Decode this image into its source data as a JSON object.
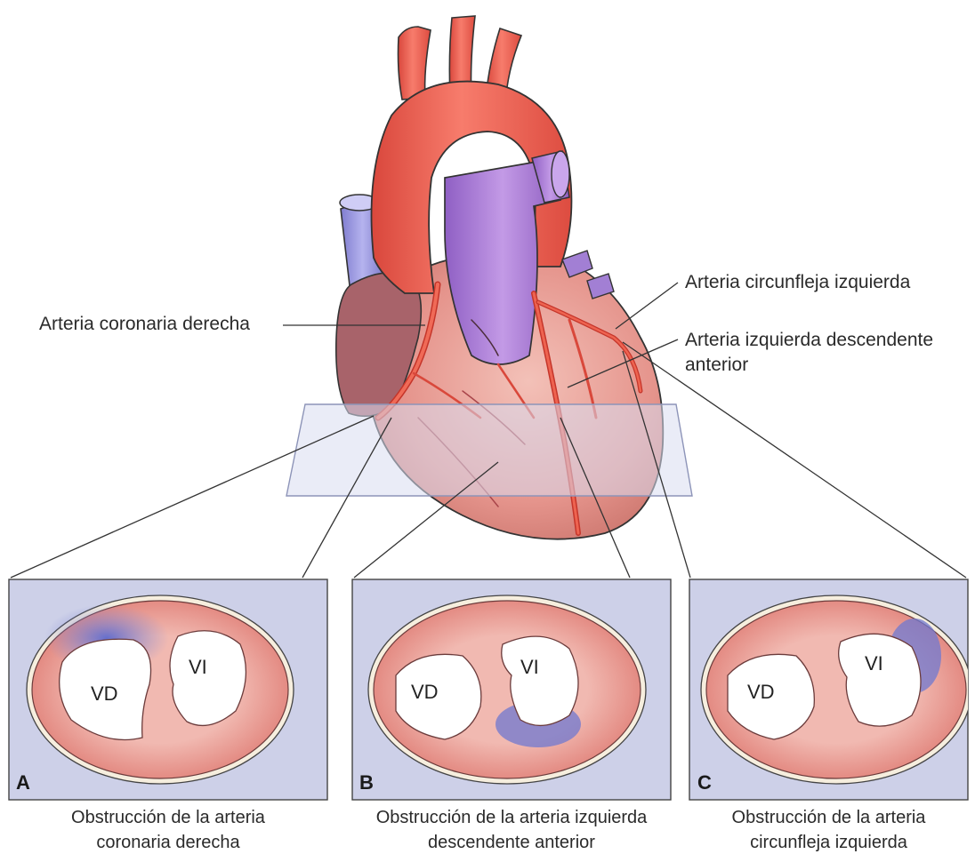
{
  "labels": {
    "right_coronary": "Arteria coronaria derecha",
    "circumflex": "Arteria circunfleja izquierda",
    "lad_line1": "Arteria izquierda descendente",
    "lad_line2": "anterior"
  },
  "panels": [
    {
      "letter": "A",
      "rv": "VD",
      "lv": "VI",
      "caption_line1": "Obstrucción de la arteria",
      "caption_line2": "coronaria derecha"
    },
    {
      "letter": "B",
      "rv": "VD",
      "lv": "VI",
      "caption_line1": "Obstrucción de la arteria izquierda",
      "caption_line2": "descendente anterior"
    },
    {
      "letter": "C",
      "rv": "VD",
      "lv": "VI",
      "caption_line1": "Obstrucción de la arteria",
      "caption_line2": "circunfleja izquierda"
    }
  ],
  "colors": {
    "artery": "#ee5b4c",
    "vein": "#a87fd6",
    "myocardium": "#e99a97",
    "ischemia": "#6f78d0",
    "panel_bg": "#cdd0e8"
  }
}
